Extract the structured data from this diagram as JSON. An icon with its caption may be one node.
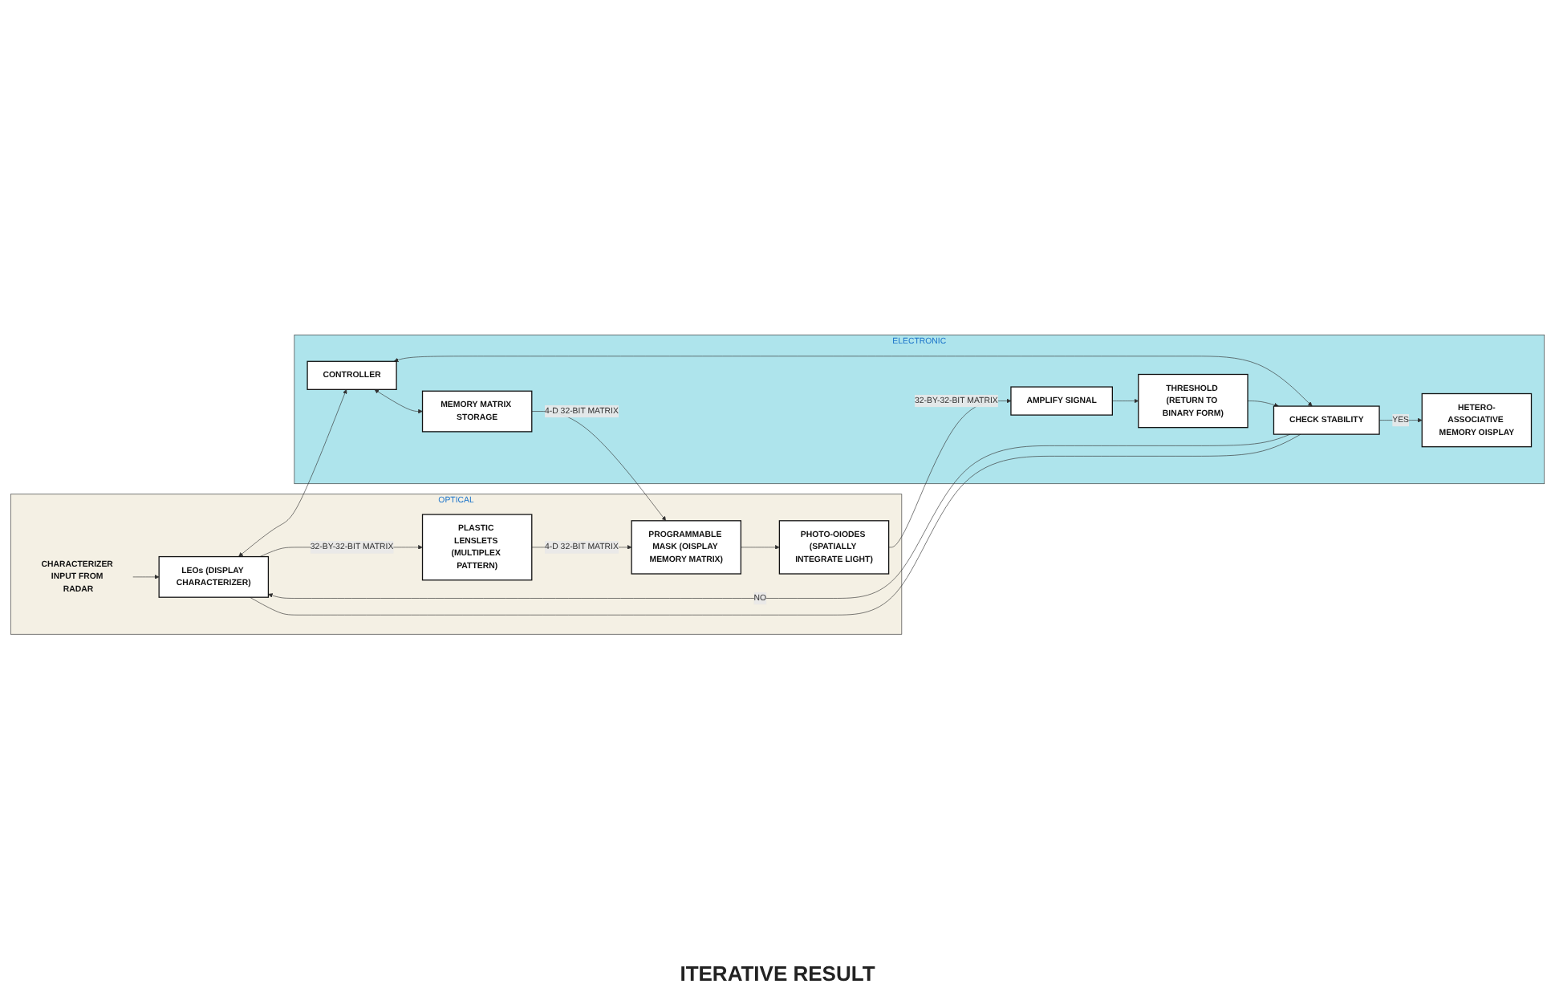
{
  "diagram": {
    "nodes": [
      {
        "text": [
          "OPTICAL"
        ]
      },
      {
        "text": [
          "CHARACTERIZER INPUT FROM RADAR"
        ],
        "in": 0
      },
      {
        "text": [
          "LEOs (DISPLAY CHARACTERIZER)"
        ],
        "in": 0
      },
      {
        "text": [
          "PLASTIC LENSLETS (MULTIPLEX PATTERN)"
        ],
        "in": 0
      },
      {
        "text": [
          "PROGRAMMABLE MASK (OISPLAY MEMORY MATRIX)"
        ],
        "in": 0
      },
      {
        "text": [
          "PHOTO-OIODES (SPATIALLY INTEGRATE LIGHT)"
        ],
        "in": 0
      },
      {
        "text": [
          "ELECTRONIC"
        ]
      },
      {
        "text": [
          "CONTROLLER"
        ],
        "in": 6
      },
      {
        "text": [
          "MEMORY MATRIX STORAGE"
        ],
        "in": 6
      },
      {
        "text": [
          "CHECK STABILITY"
        ],
        "in": 6
      },
      {
        "text": [
          "THRESHOLD (RETURN TO BINARY FORM)"
        ],
        "in": 6
      },
      {
        "text": [
          "AMPLIFY SIGNAL"
        ],
        "in": 6
      },
      {
        "text": [
          "HETERO-ASSOCIATIVE MEMORY OISPLAY"
        ],
        "in": 6
      }
    ],
    "edges": [
      {
        "from": 1,
        "to": 2,
        "arrow": "to"
      },
      {
        "from": 2,
        "to": 3,
        "arrow": "to",
        "label": "32-BY-32-BIT MATRIX"
      },
      {
        "from": 3,
        "to": 4,
        "arrow": "to",
        "label": "4-D 32-BIT MATRIX"
      },
      {
        "from": 4,
        "to": 5,
        "arrow": "to"
      },
      {
        "from": 5,
        "to": 11,
        "arrow": "to",
        "label": "32-BY-32-BIT MATRIX"
      },
      {
        "from": 8,
        "to": 4,
        "arrow": "to",
        "label": "4-D 32-BIT MATRIX"
      },
      {
        "from": 2,
        "to": 7,
        "arrow": "both"
      },
      {
        "from": 7,
        "to": 8,
        "arrow": "both"
      },
      {
        "from": 7,
        "to": 9,
        "arrow": "both"
      },
      {
        "from": 11,
        "to": 10,
        "arrow": "to"
      },
      {
        "from": 10,
        "to": 9,
        "arrow": "to"
      },
      {
        "from": 9,
        "to": 2,
        "arrow": "to",
        "label": "NO"
      },
      {
        "from": 9,
        "to": 2,
        "arrow": "none"
      },
      {
        "from": 9,
        "to": 12,
        "arrow": "to",
        "label": "YES"
      }
    ],
    "labels": [
      "ITERATIVE RESULT"
    ]
  }
}
